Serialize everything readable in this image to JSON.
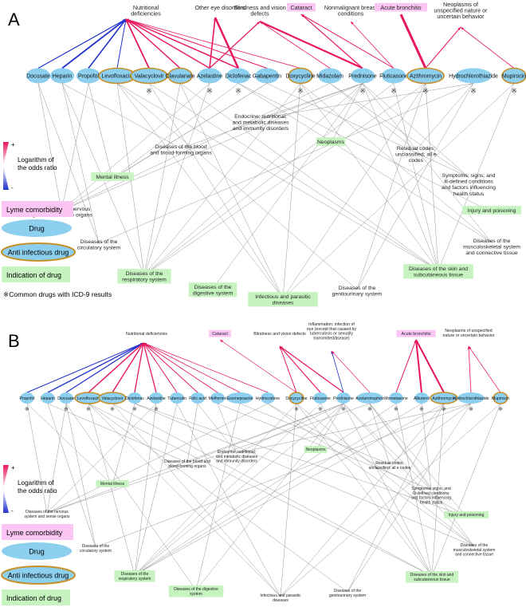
{
  "panel_a": {
    "letter": "A",
    "comorbidities": [
      {
        "id": "nutr",
        "label": "Nutritional deficiencies"
      },
      {
        "id": "oeye",
        "label": "Other eye disorders"
      },
      {
        "id": "blind",
        "label": "Blindness and vision defects"
      },
      {
        "id": "cat",
        "label": "Cataract"
      },
      {
        "id": "nmb",
        "label": "Nonmalignant breast conditions"
      },
      {
        "id": "acb",
        "label": "Acute bronchitis"
      },
      {
        "id": "neo",
        "label": "Neoplasms of unspecified nature or uncertain behavior"
      }
    ],
    "drugs": [
      {
        "id": "docusate",
        "label": "Docusate",
        "anti": false,
        "star": false
      },
      {
        "id": "heparin",
        "label": "Heparin",
        "anti": false,
        "star": false
      },
      {
        "id": "propofol",
        "label": "Propofol",
        "anti": false,
        "star": false
      },
      {
        "id": "levo",
        "label": "Levofloxacin",
        "anti": true,
        "star": false
      },
      {
        "id": "valacy",
        "label": "Valacyclovir",
        "anti": true,
        "star": true
      },
      {
        "id": "clav",
        "label": "Clavulanate",
        "anti": true,
        "star": false
      },
      {
        "id": "azel",
        "label": "Azelastine",
        "anti": false,
        "star": true
      },
      {
        "id": "diclo",
        "label": "Diclofenac",
        "anti": false,
        "star": true
      },
      {
        "id": "gaba",
        "label": "Gabapentin",
        "anti": false,
        "star": false
      },
      {
        "id": "doxy",
        "label": "Doxycycline",
        "anti": true,
        "star": true
      },
      {
        "id": "mida",
        "label": "Midazolam",
        "anti": false,
        "star": false
      },
      {
        "id": "pred",
        "label": "Prednisone",
        "anti": false,
        "star": true
      },
      {
        "id": "flut",
        "label": "Fluticasone",
        "anti": false,
        "star": true
      },
      {
        "id": "azith",
        "label": "Azithromycin",
        "anti": true,
        "star": true
      },
      {
        "id": "hctz",
        "label": "Hydrochlorothiazide",
        "anti": false,
        "star": true
      },
      {
        "id": "mupi",
        "label": "Mupirocin",
        "anti": true,
        "star": true
      }
    ],
    "indications": [
      {
        "id": "endo",
        "label": "Endocrine; nutritional; and metabolic diseases and immunity disorders",
        "box": false
      },
      {
        "id": "blood",
        "label": "Diseases of the blood and blood-forming organs",
        "box": false
      },
      {
        "id": "neop",
        "label": "Neoplasms",
        "box": true
      },
      {
        "id": "resid",
        "label": "Residual codes; unclassified; all e codes",
        "box": false
      },
      {
        "id": "mental",
        "label": "Mental illness",
        "box": true
      },
      {
        "id": "symp",
        "label": "Symptoms; signs; and ill-defined conditions and factors influencing health status",
        "box": false
      },
      {
        "id": "nerv",
        "label": "Diseases of the nervous system and sense organs",
        "box": false
      },
      {
        "id": "injury",
        "label": "Injury and poisoning",
        "box": true
      },
      {
        "id": "circ",
        "label": "Diseases of the circulatory system",
        "box": false
      },
      {
        "id": "musc",
        "label": "Diseases of the musculoskeletal system and connective tissue",
        "box": false
      },
      {
        "id": "resp",
        "label": "Diseases of the respiratory system",
        "box": true
      },
      {
        "id": "skin",
        "label": "Diseases of the skin and subcutaneous tissue",
        "box": true
      },
      {
        "id": "dig",
        "label": "Diseases of the digestive system",
        "box": true
      },
      {
        "id": "infect",
        "label": "Infectious and parasitic diseases",
        "box": true
      },
      {
        "id": "genit",
        "label": "Diseases of the genitourinary system",
        "box": false
      }
    ]
  },
  "panel_b": {
    "letter": "B",
    "comorbidities": [
      {
        "id": "nutr",
        "label": "Nutritional deficiencies"
      },
      {
        "id": "cat",
        "label": "Cataract"
      },
      {
        "id": "blind",
        "label": "Blindness and vision defects"
      },
      {
        "id": "infl",
        "label": "Inflammation; infection of eye (except that caused by tuberculosis or sexually transmitteddisease)"
      },
      {
        "id": "acb",
        "label": "Acute bronchitis"
      },
      {
        "id": "neo",
        "label": "Neoplasms of unspecified nature or uncertain behavior"
      }
    ],
    "drugs": [
      {
        "id": "propofol",
        "label": "Propofol",
        "anti": false,
        "star": true
      },
      {
        "id": "heparin",
        "label": "Heparin",
        "anti": false,
        "star": false
      },
      {
        "id": "docusate",
        "label": "Docusate",
        "anti": false,
        "star": true
      },
      {
        "id": "levo",
        "label": "Levofloxacin",
        "anti": true,
        "star": true
      },
      {
        "id": "valacy",
        "label": "Valacyclovir",
        "anti": true,
        "star": true
      },
      {
        "id": "diclo",
        "label": "Diclofenac",
        "anti": false,
        "star": true
      },
      {
        "id": "azel",
        "label": "Azelastine",
        "anti": false,
        "star": true
      },
      {
        "id": "tuber",
        "label": "Tuberculin",
        "anti": false,
        "star": false
      },
      {
        "id": "folic",
        "label": "Folic acid",
        "anti": false,
        "star": false
      },
      {
        "id": "metf",
        "label": "Metformin",
        "anti": false,
        "star": false
      },
      {
        "id": "esom",
        "label": "Esomeprazole",
        "anti": false,
        "star": false
      },
      {
        "id": "hydro",
        "label": "Hydrocodone",
        "anti": false,
        "star": false
      },
      {
        "id": "doxy",
        "label": "Doxycycline",
        "anti": true,
        "star": true
      },
      {
        "id": "flut",
        "label": "Fluticasone",
        "anti": false,
        "star": true
      },
      {
        "id": "pred",
        "label": "Prednisone",
        "anti": false,
        "star": true
      },
      {
        "id": "acet",
        "label": "Acetaminophen",
        "anti": false,
        "star": true
      },
      {
        "id": "mome",
        "label": "Mometasone",
        "anti": false,
        "star": true
      },
      {
        "id": "albu",
        "label": "Albuterol",
        "anti": false,
        "star": true
      },
      {
        "id": "azith",
        "label": "Azithromycin",
        "anti": true,
        "star": true
      },
      {
        "id": "hctz",
        "label": "Hydrochlorothiazide",
        "anti": false,
        "star": true
      },
      {
        "id": "mupi",
        "label": "Mupirocin",
        "anti": true,
        "star": true
      }
    ],
    "indications": [
      {
        "id": "endo",
        "label": "Endocrine; nutritional; and metabolic diseases and immunity disorders",
        "box": false
      },
      {
        "id": "blood",
        "label": "Diseases of the blood and blood-forming organs",
        "box": false
      },
      {
        "id": "neop",
        "label": "Neoplasms",
        "box": true
      },
      {
        "id": "resid",
        "label": "Residual codes; unclassified; all e codes",
        "box": false
      },
      {
        "id": "mental",
        "label": "Mental illness",
        "box": true
      },
      {
        "id": "symp",
        "label": "Symptoms; signs; and ill-defined conditions and factors influencing health status",
        "box": false
      },
      {
        "id": "nerv",
        "label": "Diseases of the nervous system and sense organs",
        "box": false
      },
      {
        "id": "injury",
        "label": "Injury and poisoning",
        "box": true
      },
      {
        "id": "circ",
        "label": "Diseases of the circulatory system",
        "box": false
      },
      {
        "id": "musc",
        "label": "Diseases of the musculoskeletal system and connective tissue",
        "box": false
      },
      {
        "id": "resp",
        "label": "Diseases of the respiratory system",
        "box": true
      },
      {
        "id": "skin",
        "label": "Diseases of the skin and subcutaneous tissue",
        "box": true
      },
      {
        "id": "dig",
        "label": "Diseases of the digestive system",
        "box": true
      },
      {
        "id": "infect",
        "label": "Infectious and parasitic diseases",
        "box": false
      },
      {
        "id": "genit",
        "label": "Diseases of the genitourinary system",
        "box": false
      }
    ]
  },
  "legend": {
    "plus": "+",
    "minus": "-",
    "scale_label": "Logarithm of the odds ratio",
    "comorbidity": "Lyme comorbidity",
    "drug": "Drug",
    "anti": "Anti infectious drug",
    "indication": "Indication of drug",
    "note": "Common drugs with ICD-9 results"
  },
  "colors": {
    "positive": "#e8175d",
    "negative": "#2233cc",
    "drug_fill": "#8ccfef",
    "anti_border": "#c8902a",
    "comorbidity_fill": "#fbc6f4",
    "indication_fill": "#c6f3c0",
    "edge": "#8c8c8c"
  }
}
